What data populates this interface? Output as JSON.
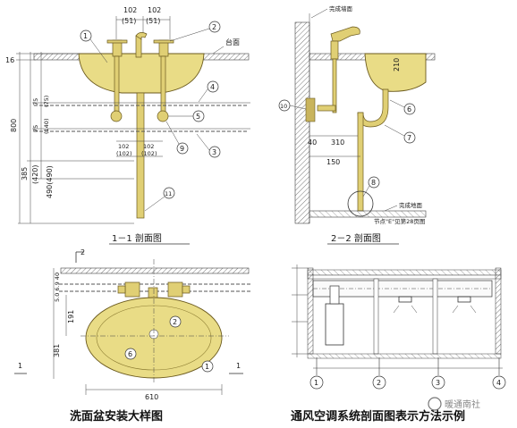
{
  "top_left": {
    "dims_top": [
      "102",
      "102"
    ],
    "dims_top_paren": [
      "(51)",
      "(51)"
    ],
    "counter_label": "台面",
    "left_dims": [
      "16",
      "800",
      "75",
      "75",
      "(140)",
      "(75)",
      "385",
      "(420)",
      "490(490)"
    ],
    "bottom_dims": [
      "102",
      "102",
      "(102)",
      "(102)"
    ],
    "markers": [
      "1",
      "2",
      "4",
      "5",
      "3",
      "9",
      "11"
    ],
    "caption": "1－1 剖面图"
  },
  "top_right": {
    "wall_label": "完成墙面",
    "floor_label": "完成地面",
    "dims": [
      "210",
      "40",
      "310",
      "150"
    ],
    "markers": [
      "10",
      "6",
      "7",
      "8"
    ],
    "note": "节点\"E\"见第28页图",
    "caption": "2－2 剖面图"
  },
  "bottom_left": {
    "section_marks": [
      "2",
      "1",
      "1"
    ],
    "left_dims": [
      "5.0 6.9 40",
      "191",
      "381"
    ],
    "width_dim": "610",
    "markers": [
      "2",
      "6",
      "1"
    ],
    "caption": "洗面盆安装大样图"
  },
  "bottom_right": {
    "axis_labels": [
      "1",
      "2",
      "3",
      "4"
    ],
    "caption": "通风空调系统剖面图表示方法示例"
  },
  "watermark": "暖通南社"
}
